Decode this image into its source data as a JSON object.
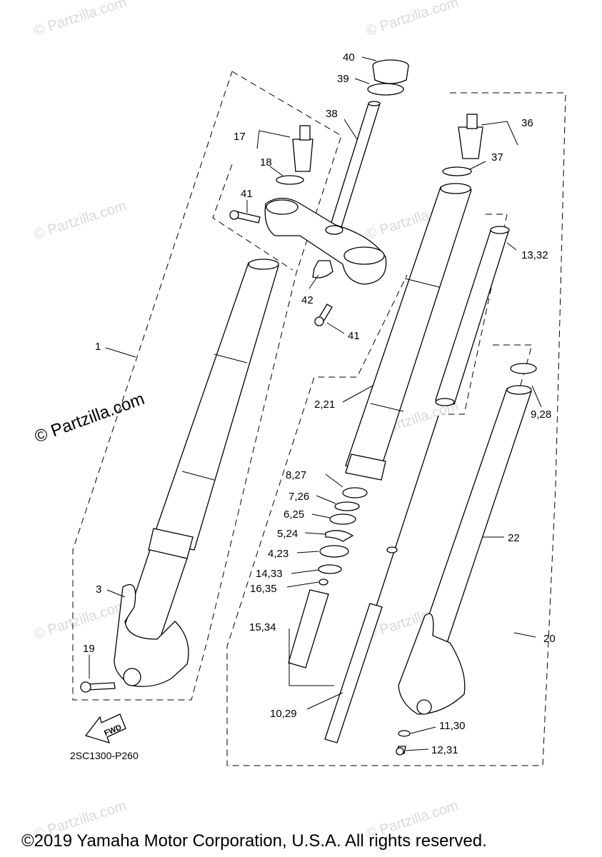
{
  "watermark": {
    "text": "© Partzilla.com",
    "main_text": "© Partzilla.com"
  },
  "labels": {
    "l40": "40",
    "l39": "39",
    "l38": "38",
    "l17": "17",
    "l18": "18",
    "l36": "36",
    "l37": "37",
    "l41a": "41",
    "l41b": "41",
    "l42": "42",
    "l13_32": "13,32",
    "l1": "1",
    "l2_21": "2,21",
    "l9_28": "9,28",
    "l8_27": "8,27",
    "l7_26": "7,26",
    "l6_25": "6,25",
    "l5_24": "5,24",
    "l4_23": "4,23",
    "l14_33": "14,33",
    "l16_35": "16,35",
    "l15_34": "15,34",
    "l22": "22",
    "l3": "3",
    "l19": "19",
    "l20": "20",
    "l10_29": "10,29",
    "l11_30": "11,30",
    "l12_31": "12,31"
  },
  "fwd_label": "FWD",
  "diagram_code": "2SC1300-P260",
  "copyright": "©2019 Yamaha Motor Corporation, U.S.A. All rights reserved."
}
